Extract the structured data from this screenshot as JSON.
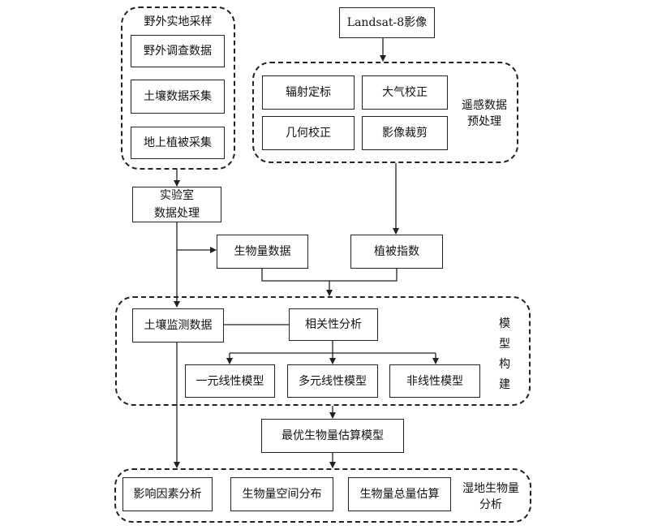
{
  "field_group": {
    "title": "野外实地采样",
    "items": [
      "野外调查数据",
      "土壤数据采集",
      "地上植被采集"
    ]
  },
  "landsat": "Landsat-8影像",
  "preprocess": {
    "items": [
      "辐射定标",
      "大气校正",
      "几何校正",
      "影像裁剪"
    ],
    "label_line1": "遥感数据",
    "label_line2": "预处理"
  },
  "lab": {
    "line1": "实验室",
    "line2": "数据处理"
  },
  "biomass_data": "生物量数据",
  "veg_index": "植被指数",
  "model_group": {
    "soil_monitor": "土壤监测数据",
    "correlation": "相关性分析",
    "models": [
      "一元线性模型",
      "多元线性模型",
      "非线性模型"
    ],
    "label_chars": [
      "模",
      "型",
      "构",
      "建"
    ]
  },
  "optimal_model": "最优生物量估算模型",
  "result_group": {
    "items": [
      "影响因素分析",
      "生物量空间分布",
      "生物量总量估算"
    ],
    "label_line1": "湿地生物量",
    "label_line2": "分析"
  }
}
